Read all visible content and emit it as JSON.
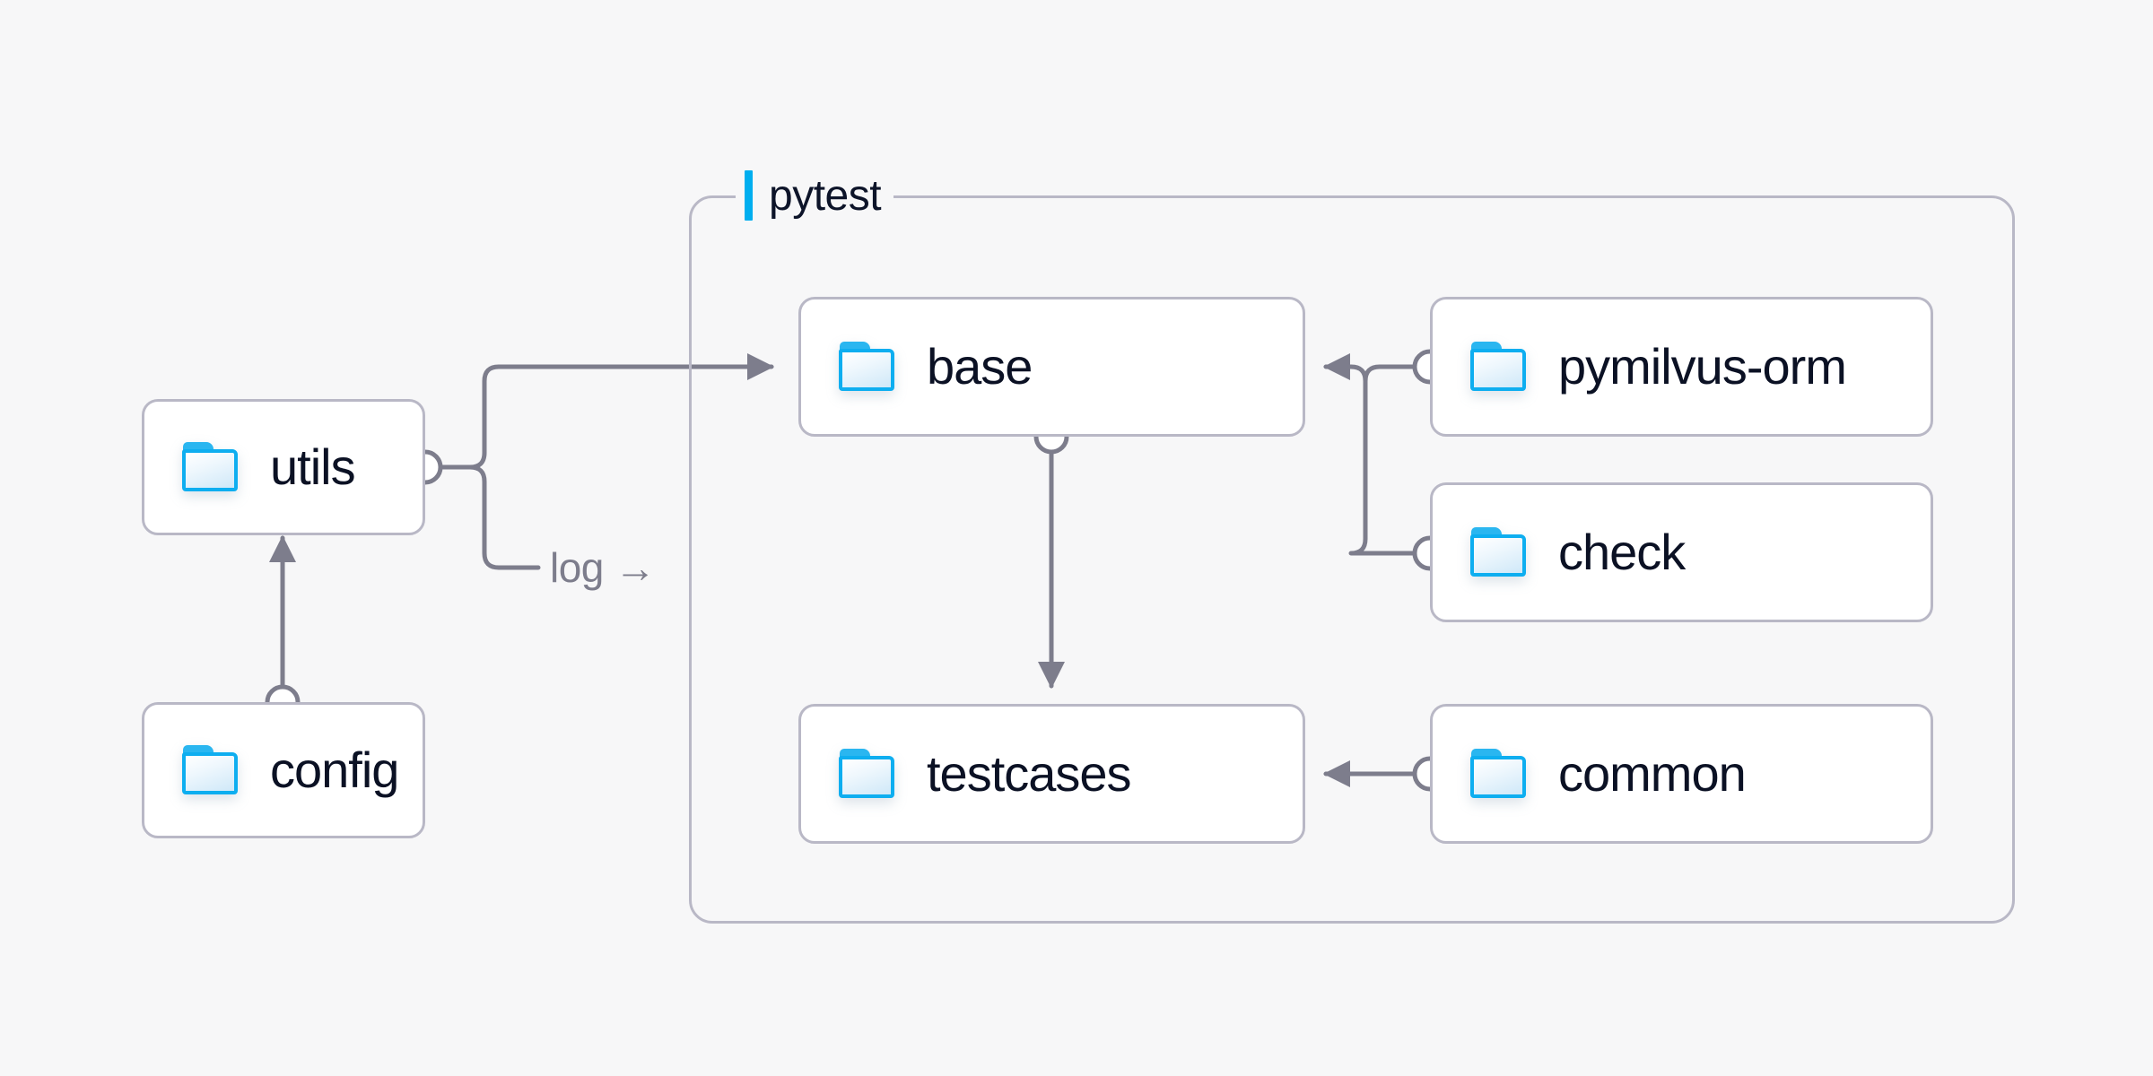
{
  "diagram": {
    "background_color": "#f7f7f8",
    "node_border_color": "#b9b8c6",
    "edge_color": "#7d7d8c",
    "accent_color": "#00aeef",
    "text_color": "#0b1124",
    "group": {
      "label": "pytest",
      "accent_color": "#00aeef"
    },
    "nodes": [
      {
        "id": "utils",
        "label": "utils",
        "icon": "folder-icon",
        "group": null
      },
      {
        "id": "config",
        "label": "config",
        "icon": "folder-icon",
        "group": null
      },
      {
        "id": "base",
        "label": "base",
        "icon": "folder-icon",
        "group": "pytest"
      },
      {
        "id": "testcases",
        "label": "testcases",
        "icon": "folder-icon",
        "group": "pytest"
      },
      {
        "id": "pymilvus-orm",
        "label": "pymilvus-orm",
        "icon": "folder-icon",
        "group": null
      },
      {
        "id": "check",
        "label": "check",
        "icon": "folder-icon",
        "group": null
      },
      {
        "id": "common",
        "label": "common",
        "icon": "folder-icon",
        "group": null
      }
    ],
    "edges": [
      {
        "from": "config",
        "to": "utils",
        "label": "",
        "direction": "up"
      },
      {
        "from": "utils",
        "to": "base",
        "label": "",
        "direction": "right"
      },
      {
        "from": "utils",
        "to": "pytest",
        "label": "log →",
        "direction": "right"
      },
      {
        "from": "base",
        "to": "testcases",
        "label": "",
        "direction": "down"
      },
      {
        "from": "pymilvus-orm",
        "to": "base",
        "label": "",
        "direction": "left"
      },
      {
        "from": "check",
        "to": "base",
        "label": "",
        "direction": "left"
      },
      {
        "from": "common",
        "to": "testcases",
        "label": "",
        "direction": "left"
      }
    ]
  }
}
